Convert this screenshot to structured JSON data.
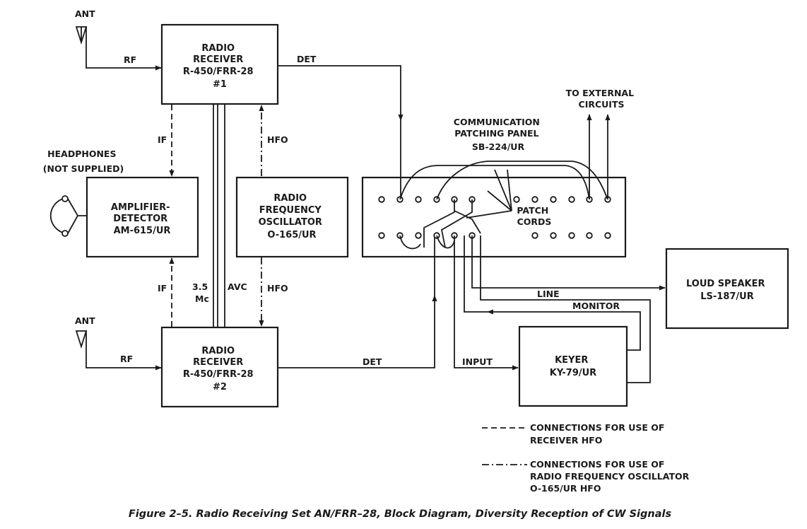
{
  "blocks": {
    "receiver1": [
      "RADIO",
      "RECEIVER",
      "R-450/FRR-28",
      "#1"
    ],
    "receiver2": [
      "RADIO",
      "RECEIVER",
      "R-450/FRR-28",
      "#2"
    ],
    "amplifier": [
      "AMPLIFIER-",
      "DETECTOR",
      "AM-615/UR"
    ],
    "oscillator": [
      "RADIO",
      "FREQUENCY",
      "OSCILLATOR",
      "O-165/UR"
    ],
    "keyer": [
      "KEYER",
      "KY-79/UR"
    ],
    "speaker": [
      "LOUD SPEAKER",
      "LS-187/UR"
    ]
  },
  "labels": {
    "ant_top": "ANT",
    "ant_bottom": "ANT",
    "rf_top": "RF",
    "rf_bottom": "RF",
    "det_top": "DET",
    "det_bottom": "DET",
    "if_top": "IF",
    "if_bottom": "IF",
    "hfo_top": "HFO",
    "hfo_bottom": "HFO",
    "mc_value": "3.5",
    "mc_unit": "Mc",
    "avc": "AVC",
    "line": "LINE",
    "monitor": "MONITOR",
    "input": "INPUT",
    "patch_cords": [
      "PATCH",
      "CORDS"
    ],
    "headphones": [
      "HEADPHONES",
      "(NOT SUPPLIED)"
    ],
    "external": [
      "TO EXTERNAL",
      "CIRCUITS"
    ],
    "panel": [
      "COMMUNICATION",
      "PATCHING PANEL",
      "SB-224/UR"
    ]
  },
  "legend": {
    "dashed": [
      "CONNECTIONS FOR USE OF",
      "RECEIVER HFO"
    ],
    "dashdot": [
      "CONNECTIONS FOR USE OF",
      "RADIO FREQUENCY OSCILLATOR",
      "O-165/UR HFO"
    ]
  },
  "caption": "Figure 2–5. Radio Receiving Set AN/FRR–28, Block Diagram, Diversity Reception of CW Signals"
}
